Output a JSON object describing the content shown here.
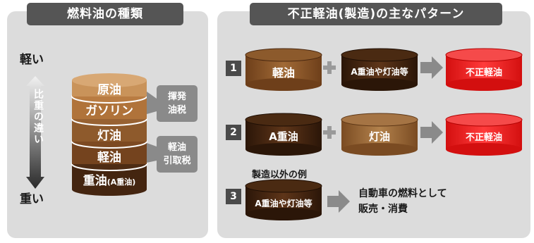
{
  "left_panel": {
    "title": "燃料油の種類",
    "light": "軽い",
    "heavy": "重い",
    "weight_difference": "比重の違い",
    "layers": {
      "crude": "原油",
      "gasoline": "ガソリン",
      "kerosene": "灯油",
      "diesel": "軽油",
      "heavy_main": "重油",
      "heavy_sub": "(A重油)"
    },
    "taxes": {
      "gasoline_line1": "揮発",
      "gasoline_line2": "油税",
      "diesel_line1": "軽油",
      "diesel_line2": "引取税"
    }
  },
  "right_panel": {
    "title": "不正軽油(製造)の主なパターン",
    "pattern1": {
      "number": "1",
      "input_a": "軽油",
      "input_b": "A重油や灯油等",
      "result": "不正軽油"
    },
    "pattern2": {
      "number": "2",
      "input_a": "A重油",
      "input_b": "灯油",
      "result": "不正軽油"
    },
    "other_example_label": "製造以外の例",
    "pattern3": {
      "number": "3",
      "input": "A重油や灯油等",
      "usage_line1": "自動車の燃料として",
      "usage_line2": "販売・消費"
    }
  },
  "colors": {
    "panel_bg": "#dcdcdc",
    "title_bg": "#555555",
    "crude": "#c9935a",
    "gasoline": "#b0733a",
    "kerosene": "#8e5a2c",
    "diesel": "#74431e",
    "heavy": "#442510",
    "illegal_red": "#ee1c1c",
    "tax_box": "#8a8a8a"
  }
}
